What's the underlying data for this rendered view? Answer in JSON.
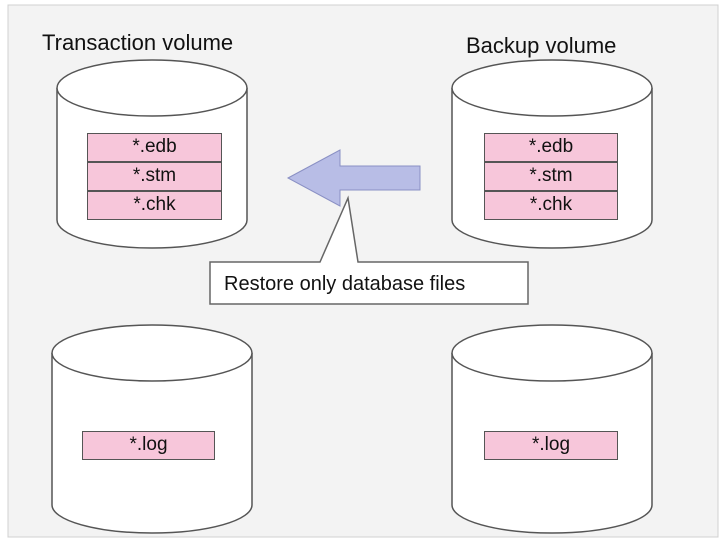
{
  "diagram": {
    "left_volume_title": "Transaction volume",
    "right_volume_title": "Backup volume",
    "transaction_db_files": [
      "*.edb",
      "*.stm",
      "*.chk"
    ],
    "backup_db_files": [
      "*.edb",
      "*.stm",
      "*.chk"
    ],
    "transaction_log_file": "*.log",
    "backup_log_file": "*.log",
    "callout": "Restore only database files",
    "colors": {
      "background": "#f3f3f3",
      "file_fill": "#f7c6da",
      "arrow_fill": "#b8bde6",
      "outline": "#555555"
    }
  }
}
